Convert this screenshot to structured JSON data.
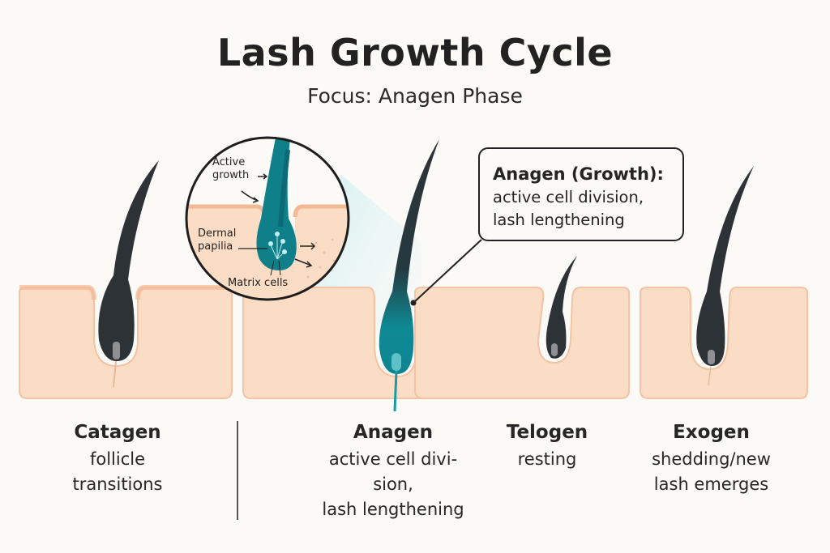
{
  "header": {
    "title": "Lash Growth Cycle",
    "subtitle": "Focus: Anagen Phase"
  },
  "callout": {
    "title": "Anagen (Growth):",
    "description": "active cell division,\nlash lengthening"
  },
  "inset": {
    "labels": {
      "active_growth": "Active\ngrowth",
      "dermal_papilla": "Dermal\npapilia",
      "matrix_cells": "Matrix cells"
    }
  },
  "phases": [
    {
      "name": "Catagen",
      "description": "follicle\ntransitions"
    },
    {
      "name": "Anagen",
      "description": "active cell divi-\nsion,\nlash lengthening"
    },
    {
      "name": "Telogen",
      "description": "resting"
    },
    {
      "name": "Exogen",
      "description": "shedding/new\nlash emerges"
    }
  ],
  "colors": {
    "skin": "#fbdcc5",
    "skin_border": "#f3b894",
    "hair": "#2d3236",
    "anagen_teal": "#0f8a94",
    "background": "#fbfaf7"
  }
}
